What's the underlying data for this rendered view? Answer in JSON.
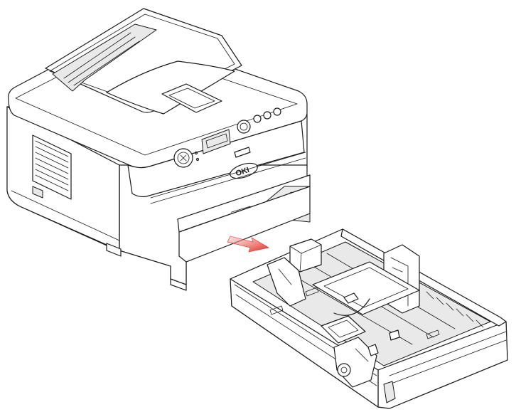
{
  "logo": {
    "text": "OKI"
  },
  "arrow": {
    "color": "#e2231a",
    "direction": "right-down"
  },
  "icons": {
    "printer": "printer-illustration",
    "tray": "paper-tray-illustration",
    "arrow": "removal-direction-arrow"
  }
}
